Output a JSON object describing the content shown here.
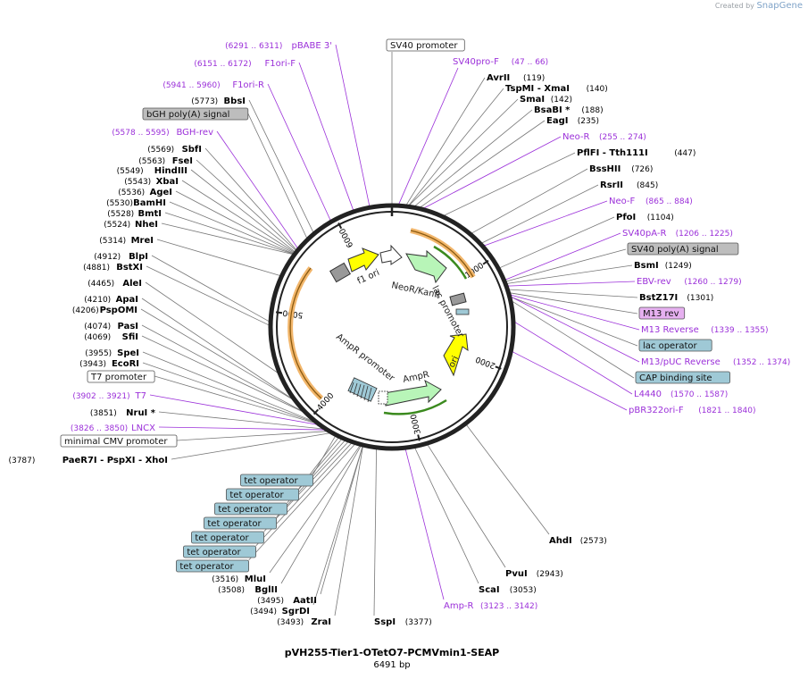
{
  "brand": {
    "prefix": "Created by",
    "name": "SnapGene"
  },
  "plasmid": {
    "name": "pVH255-Tier1-OTetO7-PCMVmin1-SEAP",
    "size": "6491 bp",
    "length": 6491
  },
  "ruler": [
    {
      "label": "1000",
      "pos": 1000
    },
    {
      "label": "2000",
      "pos": 2000
    },
    {
      "label": "3000",
      "pos": 3000
    },
    {
      "label": "4000",
      "pos": 4000
    },
    {
      "label": "5000",
      "pos": 5000
    },
    {
      "label": "6000",
      "pos": 6000
    }
  ],
  "colors": {
    "enzyme": "#000000",
    "primer": "#9b30d9",
    "feature_gray": "#bdbdbd",
    "feature_teal": "#9fc9d6",
    "feature_pink": "#e6b0f0",
    "orf_yellow": "#ffff00",
    "orf_green": "#b8f5b8",
    "arc_orange": "#f2b66b"
  },
  "top_labels": [
    {
      "kind": "boxed",
      "text": "SV40 promoter",
      "pos": 0
    },
    {
      "kind": "primer",
      "name": "SV40pro-F",
      "range": "(47 .. 66)",
      "pos": 56
    }
  ],
  "right_labels": [
    {
      "kind": "enzyme",
      "name": "AvrII",
      "num": "(119)",
      "pos": 119
    },
    {
      "kind": "enzyme",
      "name": "TspMI  - XmaI",
      "num": "(140)",
      "pos": 140
    },
    {
      "kind": "enzyme",
      "name": "SmaI",
      "num": "(142)",
      "pos": 142
    },
    {
      "kind": "enzyme",
      "name": "BsaBI *",
      "num": "(188)",
      "pos": 188
    },
    {
      "kind": "enzyme",
      "name": "EagI",
      "num": "(235)",
      "pos": 235
    },
    {
      "kind": "primer",
      "name": "Neo-R",
      "num": "(255 .. 274)",
      "pos": 265
    },
    {
      "kind": "enzyme",
      "name": "PflFI  - Tth111I",
      "num": "(447)",
      "pos": 447
    },
    {
      "kind": "enzyme",
      "name": "BssHII",
      "num": "(726)",
      "pos": 726
    },
    {
      "kind": "enzyme",
      "name": "RsrII",
      "num": "(845)",
      "pos": 845
    },
    {
      "kind": "primer",
      "name": "Neo-F",
      "num": "(865 .. 884)",
      "pos": 875
    },
    {
      "kind": "enzyme",
      "name": "PfoI",
      "num": "(1104)",
      "pos": 1104
    },
    {
      "kind": "primer",
      "name": "SV40pA-R",
      "num": "(1206 .. 1225)",
      "pos": 1215
    },
    {
      "kind": "feature_gray",
      "name": "SV40 poly(A) signal",
      "num": "",
      "pos": 1230
    },
    {
      "kind": "enzyme",
      "name": "BsmI",
      "num": "(1249)",
      "pos": 1249
    },
    {
      "kind": "primer",
      "name": "EBV-rev",
      "num": "(1260 .. 1279)",
      "pos": 1270
    },
    {
      "kind": "enzyme",
      "name": "BstZ17I",
      "num": "(1301)",
      "pos": 1301
    },
    {
      "kind": "feature_pink",
      "name": "M13 rev",
      "num": "",
      "pos": 1330
    },
    {
      "kind": "primer",
      "name": "M13 Reverse",
      "num": "(1339 .. 1355)",
      "pos": 1347
    },
    {
      "kind": "feature_teal",
      "name": "lac operator",
      "num": "",
      "pos": 1365
    },
    {
      "kind": "primer",
      "name": "M13/pUC Reverse",
      "num": "(1352 .. 1374)",
      "pos": 1363
    },
    {
      "kind": "feature_teal",
      "name": "CAP binding site",
      "num": "",
      "pos": 1400
    },
    {
      "kind": "primer",
      "name": "L4440",
      "num": "(1570 .. 1587)",
      "pos": 1578
    },
    {
      "kind": "primer",
      "name": "pBR322ori-F",
      "num": "(1821 .. 1840)",
      "pos": 1830
    }
  ],
  "bottom_right_labels": [
    {
      "kind": "enzyme",
      "name": "AhdI",
      "num": "(2573)",
      "pos": 2573
    },
    {
      "kind": "enzyme",
      "name": "PvuI",
      "num": "(2943)",
      "pos": 2943
    },
    {
      "kind": "enzyme",
      "name": "ScaI",
      "num": "(3053)",
      "pos": 3053
    },
    {
      "kind": "primer",
      "name": "Amp-R",
      "num": "(3123 .. 3142)",
      "pos": 3132
    },
    {
      "kind": "enzyme",
      "name": "SspI",
      "num": "(3377)",
      "pos": 3377
    }
  ],
  "bottom_left_labels": [
    {
      "kind": "enzyme",
      "name": "ZraI",
      "num": "(3493)",
      "pos": 3493
    },
    {
      "kind": "enzyme",
      "name": "SgrDI",
      "num": "(3494)",
      "pos": 3494
    },
    {
      "kind": "enzyme",
      "name": "AatII",
      "num": "(3495)",
      "pos": 3495
    },
    {
      "kind": "enzyme",
      "name": "BglII",
      "num": "(3508)",
      "pos": 3508
    },
    {
      "kind": "enzyme",
      "name": "MluI",
      "num": "(3516)",
      "pos": 3516
    },
    {
      "kind": "feature_teal",
      "name": "tet operator",
      "num": "",
      "pos": 3560
    },
    {
      "kind": "feature_teal",
      "name": "tet operator",
      "num": "",
      "pos": 3590
    },
    {
      "kind": "feature_teal",
      "name": "tet operator",
      "num": "",
      "pos": 3620
    },
    {
      "kind": "feature_teal",
      "name": "tet operator",
      "num": "",
      "pos": 3650
    },
    {
      "kind": "feature_teal",
      "name": "tet operator",
      "num": "",
      "pos": 3680
    },
    {
      "kind": "feature_teal",
      "name": "tet operator",
      "num": "",
      "pos": 3710
    },
    {
      "kind": "feature_teal",
      "name": "tet operator",
      "num": "",
      "pos": 3740
    }
  ],
  "left_labels": [
    {
      "kind": "primer",
      "name": "pBABE 3'",
      "num": "(6291 .. 6311)",
      "pos": 6301
    },
    {
      "kind": "primer",
      "name": "F1ori-F",
      "num": "(6151 .. 6172)",
      "pos": 6161
    },
    {
      "kind": "primer",
      "name": "F1ori-R",
      "num": "(5941 .. 5960)",
      "pos": 5950
    },
    {
      "kind": "enzyme",
      "name": "BbsI",
      "num": "(5773)",
      "pos": 5773
    },
    {
      "kind": "feature_gray",
      "name": "bGH poly(A) signal",
      "num": "",
      "pos": 5700
    },
    {
      "kind": "primer",
      "name": "BGH-rev",
      "num": "(5578 .. 5595)",
      "pos": 5586
    },
    {
      "kind": "enzyme",
      "name": "SbfI",
      "num": "(5569)",
      "pos": 5569
    },
    {
      "kind": "enzyme",
      "name": "FseI",
      "num": "(5563)",
      "pos": 5563
    },
    {
      "kind": "enzyme",
      "name": "HindIII",
      "num": "(5549)",
      "pos": 5549
    },
    {
      "kind": "enzyme",
      "name": "XbaI",
      "num": "(5543)",
      "pos": 5543
    },
    {
      "kind": "enzyme",
      "name": "AgeI",
      "num": "(5536)",
      "pos": 5536
    },
    {
      "kind": "enzyme",
      "name": "BamHI",
      "num": "(5530)",
      "pos": 5530
    },
    {
      "kind": "enzyme",
      "name": "BmtI",
      "num": "(5528)",
      "pos": 5528
    },
    {
      "kind": "enzyme",
      "name": "NheI",
      "num": "(5524)",
      "pos": 5524
    },
    {
      "kind": "enzyme",
      "name": "MreI",
      "num": "(5314)",
      "pos": 5314
    },
    {
      "kind": "enzyme",
      "name": "BlpI",
      "num": "(4912)",
      "pos": 4912
    },
    {
      "kind": "enzyme",
      "name": "BstXI",
      "num": "(4881)",
      "pos": 4881
    },
    {
      "kind": "enzyme",
      "name": "AleI",
      "num": "(4465)",
      "pos": 4465
    },
    {
      "kind": "enzyme",
      "name": "ApaI",
      "num": "(4210)",
      "pos": 4210
    },
    {
      "kind": "enzyme",
      "name": "PspOMI",
      "num": "(4206)",
      "pos": 4206
    },
    {
      "kind": "enzyme",
      "name": "PasI",
      "num": "(4074)",
      "pos": 4074
    },
    {
      "kind": "enzyme",
      "name": "SfiI",
      "num": "(4069)",
      "pos": 4069
    },
    {
      "kind": "enzyme",
      "name": "SpeI",
      "num": "(3955)",
      "pos": 3955
    },
    {
      "kind": "enzyme",
      "name": "EcoRI",
      "num": "(3943)",
      "pos": 3943
    },
    {
      "kind": "boxed",
      "name": "T7 promoter",
      "num": "",
      "pos": 3930
    },
    {
      "kind": "primer",
      "name": "T7",
      "num": "(3902 .. 3921)",
      "pos": 3911
    },
    {
      "kind": "enzyme",
      "name": "NruI *",
      "num": "(3851)",
      "pos": 3851
    },
    {
      "kind": "primer",
      "name": "LNCX",
      "num": "(3826 .. 3850)",
      "pos": 3838
    },
    {
      "kind": "boxed",
      "name": "minimal CMV promoter",
      "num": "",
      "pos": 3815
    },
    {
      "kind": "enzyme",
      "name": "PaeR7I  - PspXI  - XhoI",
      "num": "(3787)",
      "pos": 3787
    }
  ],
  "inner_features": [
    {
      "name": "NeoR/KanR",
      "type": "green-arrow"
    },
    {
      "name": "lac promoter",
      "type": "text"
    },
    {
      "name": "ori",
      "type": "yellow-arrow"
    },
    {
      "name": "AmpR",
      "type": "green-arrow"
    },
    {
      "name": "AmpR promoter",
      "type": "text"
    },
    {
      "name": "f1 ori",
      "type": "yellow-arrow"
    }
  ]
}
